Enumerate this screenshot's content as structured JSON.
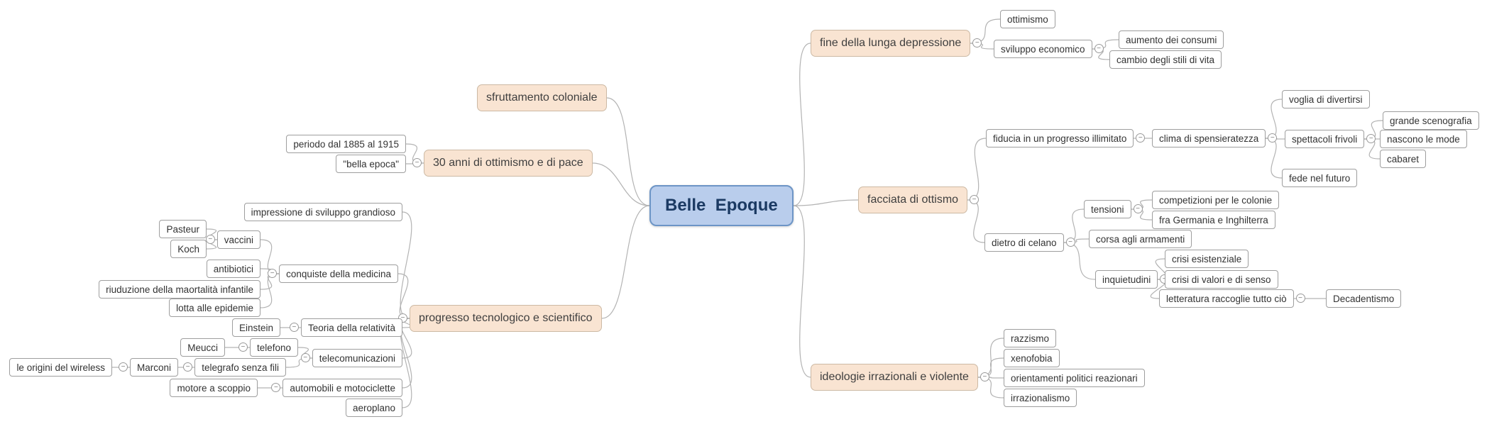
{
  "colors": {
    "central_fill": "#b9cdec",
    "central_border": "#6d95c6",
    "central_text": "#1b3a63",
    "main_fill": "#f9e4d2",
    "main_border": "#ccb9a4",
    "sub_border": "#9e9e9e",
    "branch_line": "#b3b3b3"
  },
  "icons": {
    "collapse_minus": "−"
  },
  "map": {
    "root": {
      "label": "Belle  Epoque"
    },
    "left": [
      {
        "label": "sfruttamento coloniale"
      },
      {
        "label": "30 anni di ottimismo e di pace",
        "children": [
          {
            "label": "periodo dal 1885 al 1915"
          },
          {
            "label": "\"bella epoca\""
          }
        ]
      },
      {
        "label": "progresso tecnologico e scientifico",
        "children": [
          {
            "label": "impressione di sviluppo grandioso"
          },
          {
            "label": "conquiste della medicina",
            "children": [
              {
                "label": "vaccini",
                "children": [
                  {
                    "label": "Pasteur"
                  },
                  {
                    "label": "Koch"
                  }
                ]
              },
              {
                "label": "antibiotici"
              },
              {
                "label": "riuduzione della maortalità infantile"
              },
              {
                "label": "lotta alle epidemie"
              }
            ]
          },
          {
            "label": "Teoria della relatività",
            "children": [
              {
                "label": "Einstein"
              }
            ]
          },
          {
            "label": "telecomunicazioni",
            "children": [
              {
                "label": "telefono",
                "children": [
                  {
                    "label": "Meucci"
                  }
                ]
              },
              {
                "label": "telegrafo senza fili",
                "children": [
                  {
                    "label": "Marconi",
                    "children": [
                      {
                        "label": "le origini del wireless"
                      }
                    ]
                  }
                ]
              }
            ]
          },
          {
            "label": "automobili e motociclette",
            "children": [
              {
                "label": "motore a scoppio"
              }
            ]
          },
          {
            "label": "aeroplano"
          }
        ]
      }
    ],
    "right": [
      {
        "label": "fine della lunga depressione",
        "children": [
          {
            "label": "ottimismo"
          },
          {
            "label": "sviluppo economico",
            "children": [
              {
                "label": "aumento dei consumi"
              },
              {
                "label": "cambio degli stili di vita"
              }
            ]
          }
        ]
      },
      {
        "label": "facciata di ottismo",
        "children": [
          {
            "label": "fiducia in un progresso illimitato",
            "children": [
              {
                "label": "clima di spensieratezza",
                "children": [
                  {
                    "label": "voglia di divertirsi"
                  },
                  {
                    "label": "spettacoli frivoli",
                    "children": [
                      {
                        "label": "grande scenografia"
                      },
                      {
                        "label": "nascono le mode"
                      },
                      {
                        "label": "cabaret"
                      }
                    ]
                  },
                  {
                    "label": "fede nel futuro"
                  }
                ]
              }
            ]
          },
          {
            "label": "dietro di celano",
            "children": [
              {
                "label": "tensioni",
                "children": [
                  {
                    "label": "competizioni per le colonie"
                  },
                  {
                    "label": "fra Germania e Inghilterra"
                  }
                ]
              },
              {
                "label": "corsa agli armamenti"
              },
              {
                "label": "inquietudini",
                "children": [
                  {
                    "label": "crisi esistenziale"
                  },
                  {
                    "label": "crisi di valori e di senso"
                  },
                  {
                    "label": "letteratura raccoglie tutto ciò",
                    "children": [
                      {
                        "label": "Decadentismo"
                      }
                    ]
                  }
                ]
              }
            ]
          }
        ]
      },
      {
        "label": "ideologie irrazionali e violente",
        "children": [
          {
            "label": "razzismo"
          },
          {
            "label": "xenofobia"
          },
          {
            "label": "orientamenti politici reazionari"
          },
          {
            "label": "irrazionalismo"
          }
        ]
      }
    ]
  }
}
